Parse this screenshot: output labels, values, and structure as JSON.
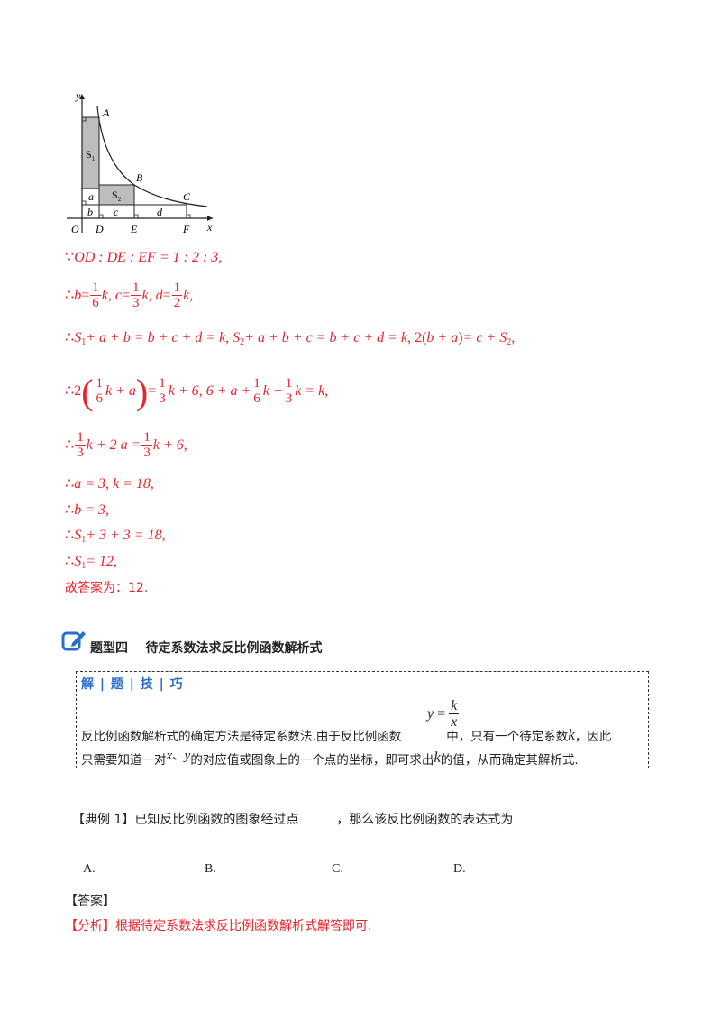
{
  "figure": {
    "labels": {
      "y_axis": "y",
      "x_axis": "x",
      "origin": "O",
      "A": "A",
      "B": "B",
      "C": "C",
      "D": "D",
      "E": "E",
      "F": "F",
      "S1": "S",
      "S1_sub": "1",
      "S2": "S",
      "S2_sub": "2",
      "a": "a",
      "b": "b",
      "c": "c",
      "d": "d"
    },
    "colors": {
      "shade": "#bdbdbd",
      "stroke": "#222222"
    }
  },
  "solution": {
    "l1": {
      "because": "∵",
      "expr": "OD : DE : EF = 1 : 2 : 3",
      "tail": ","
    },
    "l2": {
      "therefore": "∴",
      "b": "b",
      "eq": "=",
      "one": "1",
      "six": "6",
      "k": "k",
      "sep": ",",
      "c": "c",
      "three": "3",
      "d": "d",
      "two": "2",
      "tail": ","
    },
    "l3": {
      "therefore": "∴",
      "p1": "S",
      "s1": "1",
      "p2": "+ a + b = b + c + d = k",
      "sep1": ",",
      "p3": "S",
      "s2": "2",
      "p4": "+ a + b + c = b + c + d = k",
      "sep2": ",",
      "p5": "2",
      "p6": "b + a",
      "p7": "= c + S",
      "s3": "2",
      "tail": ","
    },
    "l4": {
      "therefore": "∴",
      "two": "2",
      "one": "1",
      "six": "6",
      "inner": "k + a",
      "eq": "=",
      "three": "3",
      "rhs1": "k + 6",
      "sep": ",",
      "p2": "6 + a +",
      "k1": "k +",
      "k2": "k = k",
      "tail": ","
    },
    "l5": {
      "therefore": "∴",
      "one": "1",
      "three": "3",
      "mid": "k + 2 a =",
      "rhs": "k + 6",
      "tail": ","
    },
    "l6": {
      "therefore": "∴",
      "expr": "a = 3",
      "sep": ",",
      "expr2": "k = 18",
      "tail": ","
    },
    "l7": {
      "therefore": "∴",
      "expr": "b = 3",
      "tail": ","
    },
    "l8": {
      "therefore": "∴",
      "p1": "S",
      "s1": "1",
      "p2": "+ 3 + 3 = 18",
      "tail": ","
    },
    "l9": {
      "therefore": "∴",
      "p1": "S",
      "s1": "1",
      "p2": "= 12",
      "tail": ","
    },
    "answer": "故答案为：12."
  },
  "section": {
    "title": "题型四    待定系数法求反比例函数解析式",
    "icon": "edit-icon",
    "icon_color": "#2a6fc9"
  },
  "tips": {
    "label": "解 | 题 | 技 | 巧",
    "formula_y": "y",
    "formula_eq": "=",
    "formula_k": "k",
    "formula_x": "x",
    "line1_a": "反比例函数解析式的确定方法是待定系数法.由于反比例函数",
    "line1_b": "中，只有一个待定系数",
    "line1_k": "k",
    "line1_c": "，因此",
    "line2_a": "只需要知道一对",
    "line2_x": "x",
    "line2_sep": "、",
    "line2_y": "y",
    "line2_b": "的对应值或图象上的一个点的坐标，即可求出",
    "line2_k": "k",
    "line2_c": "的值，从而确定其解析式."
  },
  "example": {
    "prefix": "【典例 1】已知反比例函数的图象经过点",
    "suffix": "，那么该反比例函数的表达式为",
    "options": [
      "A.",
      "B.",
      "C.",
      "D."
    ],
    "answer_tag": "【答案】",
    "analysis_tag": "【分析】",
    "analysis": "根据待定系数法求反比例函数解析式解答即可."
  }
}
